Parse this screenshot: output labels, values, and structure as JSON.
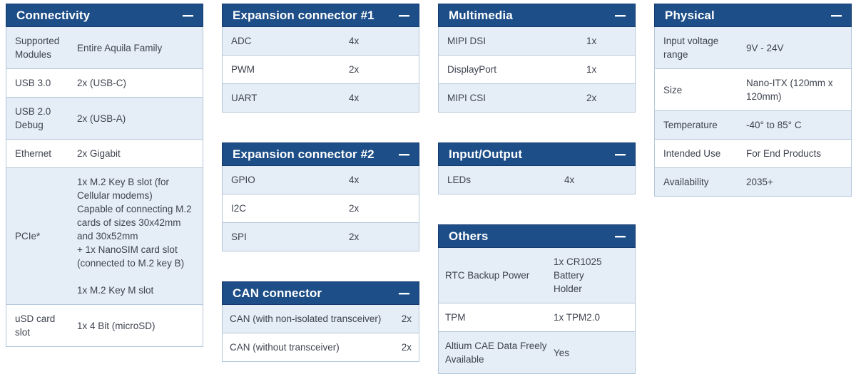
{
  "theme": {
    "header_bg": "#1d4e87",
    "header_border": "#143b6d",
    "header_text": "#ffffff",
    "row_alt_bg": "#e5edf6",
    "row_border": "#b4c7db",
    "body_text": "#3f4450"
  },
  "icons": {
    "collapse": "minus-dash"
  },
  "panels": {
    "connectivity": {
      "title": "Connectivity",
      "rows": [
        {
          "label": "Supported Modules",
          "value": "Entire Aquila Family"
        },
        {
          "label": "USB 3.0",
          "value": "2x (USB-C)"
        },
        {
          "label": "USB 2.0 Debug",
          "value": "2x (USB-A)"
        },
        {
          "label": "Ethernet",
          "value": "2x Gigabit"
        },
        {
          "label": "PCIe*",
          "value": "1x M.2 Key B slot (for Cellular modems)\nCapable of connecting M.2 cards of sizes 30x42mm and 30x52mm\n+ 1x NanoSIM card slot (connected to M.2 key B)\n\n1x M.2 Key M slot"
        },
        {
          "label": "uSD card slot",
          "value": "1x 4 Bit (microSD)"
        }
      ]
    },
    "expansion1": {
      "title": "Expansion connector #1",
      "rows": [
        {
          "label": "ADC",
          "value": "4x"
        },
        {
          "label": "PWM",
          "value": "2x"
        },
        {
          "label": "UART",
          "value": "4x"
        }
      ]
    },
    "expansion2": {
      "title": "Expansion connector #2",
      "rows": [
        {
          "label": "GPIO",
          "value": "4x"
        },
        {
          "label": "I2C",
          "value": "2x"
        },
        {
          "label": "SPI",
          "value": "2x"
        }
      ]
    },
    "can": {
      "title": "CAN connector",
      "rows": [
        {
          "label": "CAN (with non-isolated transceiver)",
          "value": "2x"
        },
        {
          "label": "CAN (without transceiver)",
          "value": "2x"
        }
      ]
    },
    "multimedia": {
      "title": "Multimedia",
      "rows": [
        {
          "label": "MIPI DSI",
          "value": "1x"
        },
        {
          "label": "DisplayPort",
          "value": "1x"
        },
        {
          "label": "MIPI CSI",
          "value": "2x"
        }
      ]
    },
    "io": {
      "title": "Input/Output",
      "rows": [
        {
          "label": "LEDs",
          "value": "4x"
        }
      ]
    },
    "others": {
      "title": "Others",
      "rows": [
        {
          "label": "RTC Backup Power",
          "value": "1x CR1025 Battery\nHolder"
        },
        {
          "label": "TPM",
          "value": "1x TPM2.0"
        },
        {
          "label": "Altium CAE Data Freely Available",
          "value": "Yes"
        }
      ]
    },
    "physical": {
      "title": "Physical",
      "rows": [
        {
          "label": "Input voltage range",
          "value": "9V - 24V"
        },
        {
          "label": "Size",
          "value": "Nano-ITX (120mm x 120mm)"
        },
        {
          "label": "Temperature",
          "value": "-40° to 85° C"
        },
        {
          "label": "Intended Use",
          "value": "For End Products"
        },
        {
          "label": "Availability",
          "value": "2035+"
        }
      ]
    }
  }
}
